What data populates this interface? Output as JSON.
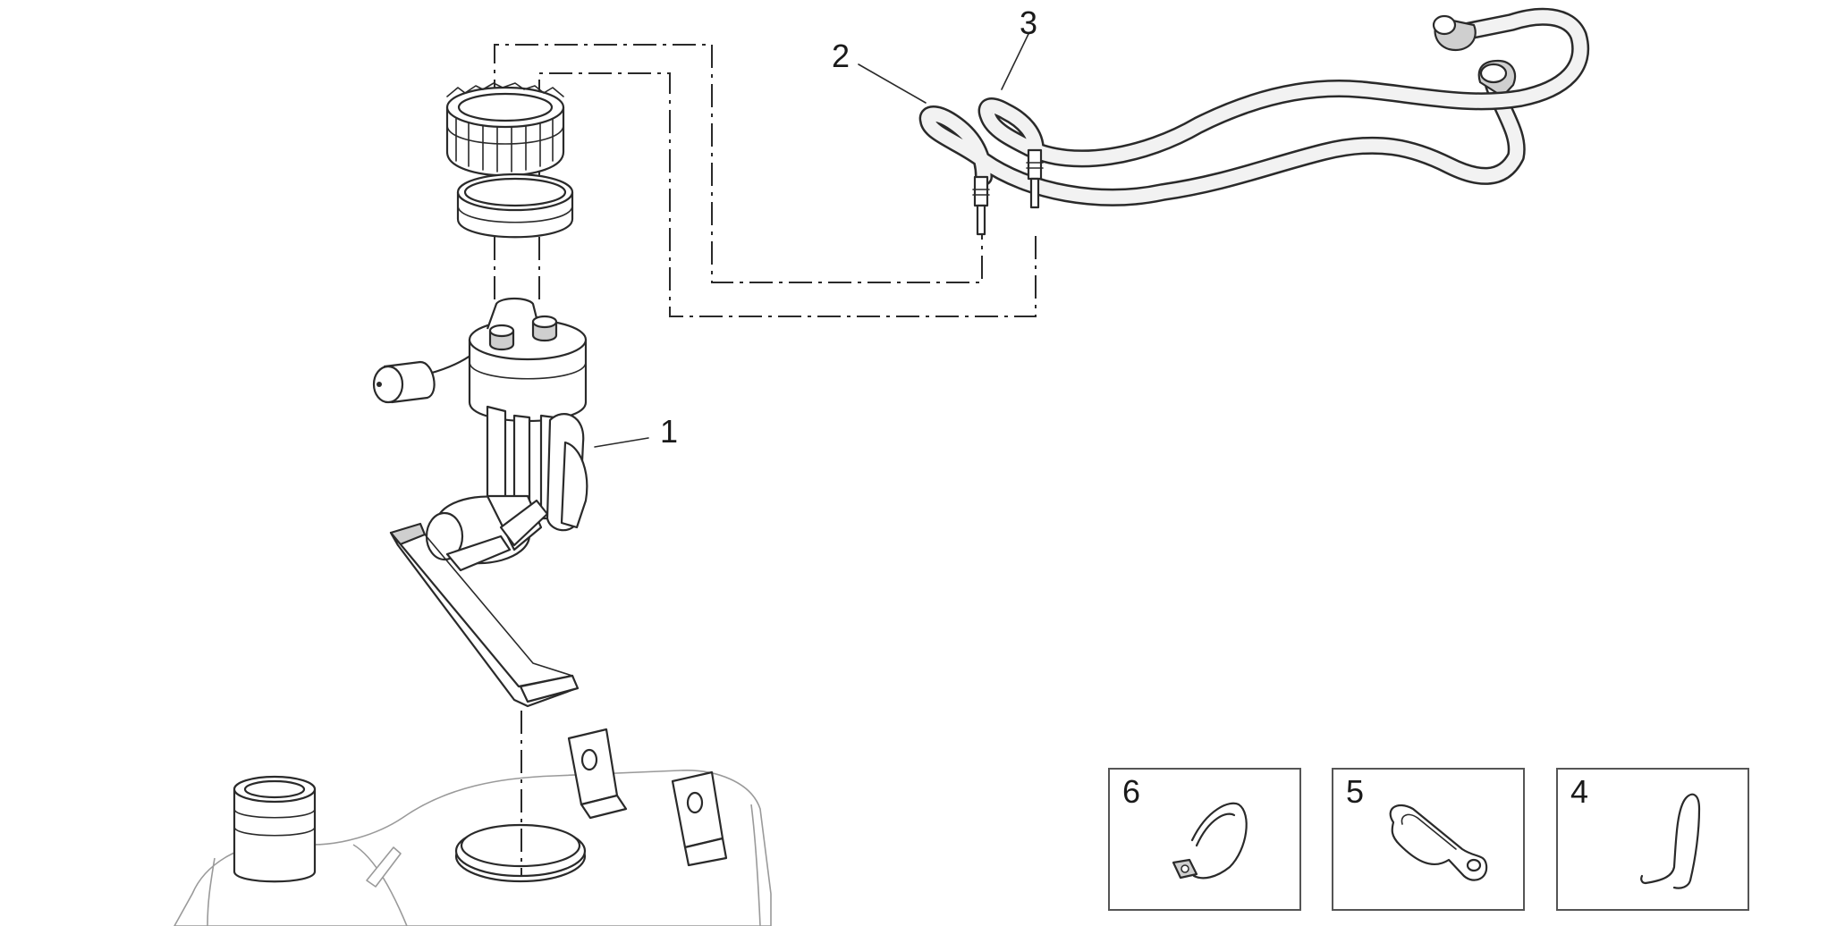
{
  "callouts": {
    "c1": "1",
    "c2": "2",
    "c3": "3",
    "c4": "4",
    "c5": "5",
    "c6": "6"
  },
  "colors": {
    "line": "#2a2a2a",
    "fill": "#efefef",
    "background": "#ffffff"
  }
}
